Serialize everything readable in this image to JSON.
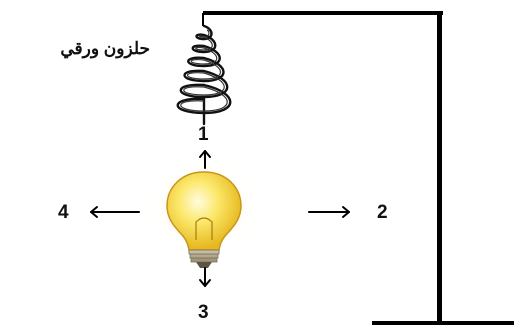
{
  "title": "",
  "spiral_label": "حلزون ورقي",
  "directions": [
    {
      "id": "up",
      "number": "1"
    },
    {
      "id": "right",
      "number": "2"
    },
    {
      "id": "down",
      "number": "3"
    },
    {
      "id": "left",
      "number": "4"
    }
  ],
  "colors": {
    "stand": "#000000",
    "bulb_glass": "#f7e14a",
    "bulb_glow": "#fff6b0",
    "bulb_base": "#9a8f7c"
  }
}
